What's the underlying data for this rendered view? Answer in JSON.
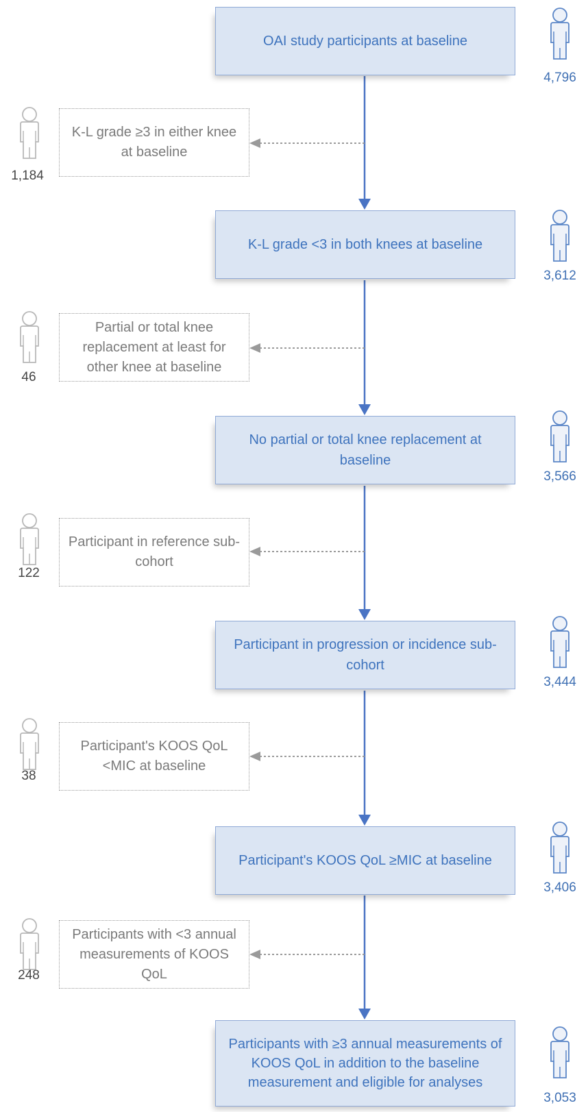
{
  "colors": {
    "main_fill": "#dbe5f3",
    "main_border": "#8fa9d6",
    "main_text": "#3e73bd",
    "flow_arrow": "#4a74c4",
    "exclusion_text": "#7a7a7a",
    "exclusion_arrow": "#9a9a9a",
    "person_main": "#5b86c7",
    "person_excluded": "#b8b8b8"
  },
  "steps": [
    {
      "label": "OAI study participants at baseline",
      "count": "4,796",
      "icon": "person-icon"
    },
    {
      "label": "K-L grade <3 in both knees at baseline",
      "count": "3,612",
      "icon": "person-icon"
    },
    {
      "label": "No partial or total knee replacement at baseline",
      "count": "3,566",
      "icon": "person-icon"
    },
    {
      "label": "Participant in progression or incidence sub-cohort",
      "count": "3,444",
      "icon": "person-icon"
    },
    {
      "label": "Participant's KOOS QoL ≥MIC at baseline",
      "count": "3,406",
      "icon": "person-icon"
    },
    {
      "label": "Participants with ≥3 annual measurements of KOOS QoL in addition to the baseline measurement and eligible for analyses",
      "count": "3,053",
      "icon": "person-icon"
    }
  ],
  "exclusions": [
    {
      "label": "K-L grade ≥3 in either knee at baseline",
      "count": "1,184",
      "icon": "person-icon"
    },
    {
      "label": "Partial or total knee replacement at least for other knee at baseline",
      "count": "46",
      "icon": "person-icon"
    },
    {
      "label": "Participant in reference sub-cohort",
      "count": "122",
      "icon": "person-icon"
    },
    {
      "label": "Participant's KOOS QoL <MIC at baseline",
      "count": "38",
      "icon": "person-icon"
    },
    {
      "label": "Participants with <3 annual measurements of KOOS QoL",
      "count": "248",
      "icon": "person-icon"
    }
  ]
}
